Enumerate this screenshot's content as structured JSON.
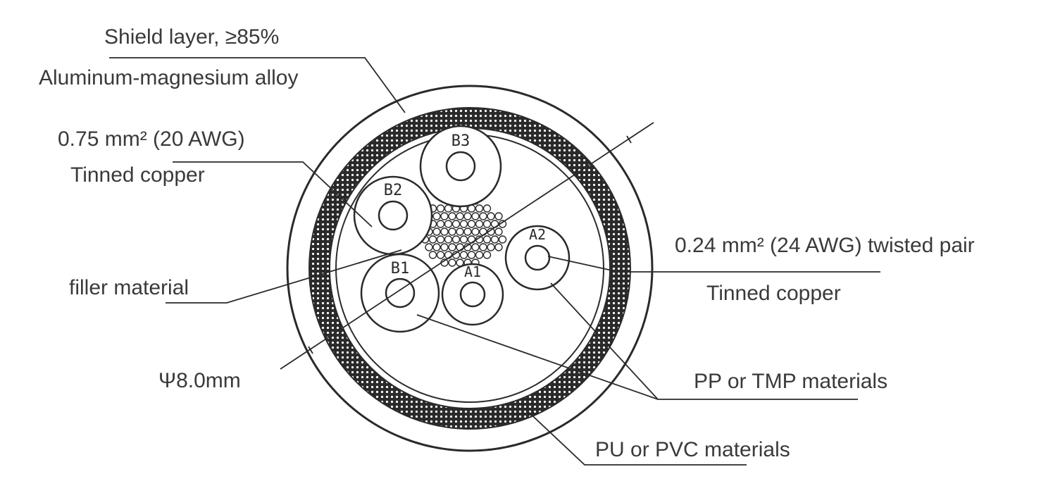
{
  "labels": {
    "shield_line1": "Shield layer,  ≥85%",
    "shield_line2": "Aluminum-magnesium alloy",
    "conductor_large_size": "0.75 mm² (20 AWG)",
    "conductor_large_material": "Tinned copper",
    "filler": "filler material",
    "diameter": "Ψ8.0mm",
    "pair_size": "0.24 mm² (24 AWG) twisted pair",
    "pair_material": "Tinned copper",
    "insulation": "PP or TMP materials",
    "jacket": "PU or PVC materials"
  },
  "cores": {
    "b3": "B3",
    "b2": "B2",
    "b1": "B1",
    "a1": "A1",
    "a2": "A2"
  },
  "colors": {
    "line": "#2a2a2a",
    "text": "#3a3a3a",
    "background": "#ffffff"
  }
}
